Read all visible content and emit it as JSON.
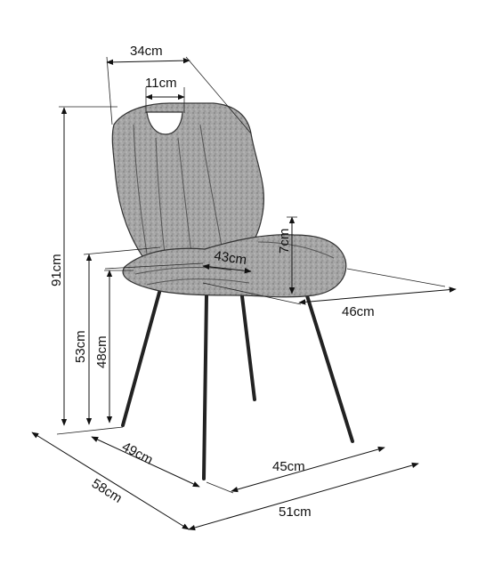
{
  "dimensions": {
    "back_width": "34cm",
    "handle_width": "11cm",
    "total_height": "91cm",
    "backrest_drop": "7cm",
    "seat_depth": "43cm",
    "seat_width": "46cm",
    "seat_front_height": "53cm",
    "seat_rear_height": "48cm",
    "leg_depth": "49cm",
    "leg_width": "45cm",
    "overall_depth": "58cm",
    "overall_width": "51cm"
  },
  "colors": {
    "upholstery": "#9e9e9e",
    "lines": "#111111"
  }
}
